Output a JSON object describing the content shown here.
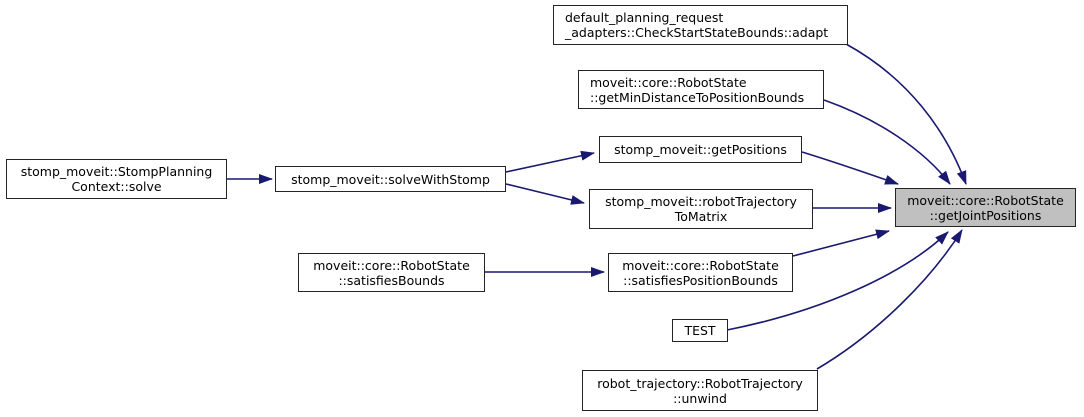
{
  "diagram": {
    "type": "call-graph",
    "colors": {
      "background": "#ffffff",
      "edge": "#191970",
      "node_fill": "#ffffff",
      "node_border": "#242424",
      "highlight_fill": "#c0c0c0",
      "text": "#000000"
    },
    "nodes": [
      {
        "id": "solve",
        "lines": [
          "stomp_moveit::StompPlanning",
          "Context::solve"
        ]
      },
      {
        "id": "solveWithStomp",
        "lines": [
          "stomp_moveit::solveWithStomp"
        ]
      },
      {
        "id": "satisfiesBounds",
        "lines": [
          "moveit::core::RobotState",
          "::satisfiesBounds"
        ]
      },
      {
        "id": "adapt",
        "lines": [
          "default_planning_request",
          "_adapters::CheckStartStateBounds::adapt"
        ]
      },
      {
        "id": "getMinDistanceToPositionBounds",
        "lines": [
          "moveit::core::RobotState",
          "::getMinDistanceToPositionBounds"
        ]
      },
      {
        "id": "getPositions",
        "lines": [
          "stomp_moveit::getPositions"
        ]
      },
      {
        "id": "robotTrajectoryToMatrix",
        "lines": [
          "stomp_moveit::robotTrajectory",
          "ToMatrix"
        ]
      },
      {
        "id": "satisfiesPositionBounds",
        "lines": [
          "moveit::core::RobotState",
          "::satisfiesPositionBounds"
        ]
      },
      {
        "id": "TEST",
        "lines": [
          "TEST"
        ]
      },
      {
        "id": "unwind",
        "lines": [
          "robot_trajectory::RobotTrajectory",
          "::unwind"
        ]
      },
      {
        "id": "getJointPositions",
        "lines": [
          "moveit::core::RobotState",
          "::getJointPositions"
        ],
        "highlighted": true
      }
    ],
    "edges": [
      {
        "from": "solve",
        "to": "solveWithStomp"
      },
      {
        "from": "solveWithStomp",
        "to": "getPositions"
      },
      {
        "from": "solveWithStomp",
        "to": "robotTrajectoryToMatrix"
      },
      {
        "from": "getPositions",
        "to": "getJointPositions"
      },
      {
        "from": "robotTrajectoryToMatrix",
        "to": "getJointPositions"
      },
      {
        "from": "adapt",
        "to": "getJointPositions"
      },
      {
        "from": "getMinDistanceToPositionBounds",
        "to": "getJointPositions"
      },
      {
        "from": "satisfiesBounds",
        "to": "satisfiesPositionBounds"
      },
      {
        "from": "satisfiesPositionBounds",
        "to": "getJointPositions"
      },
      {
        "from": "TEST",
        "to": "getJointPositions"
      },
      {
        "from": "unwind",
        "to": "getJointPositions"
      }
    ]
  }
}
